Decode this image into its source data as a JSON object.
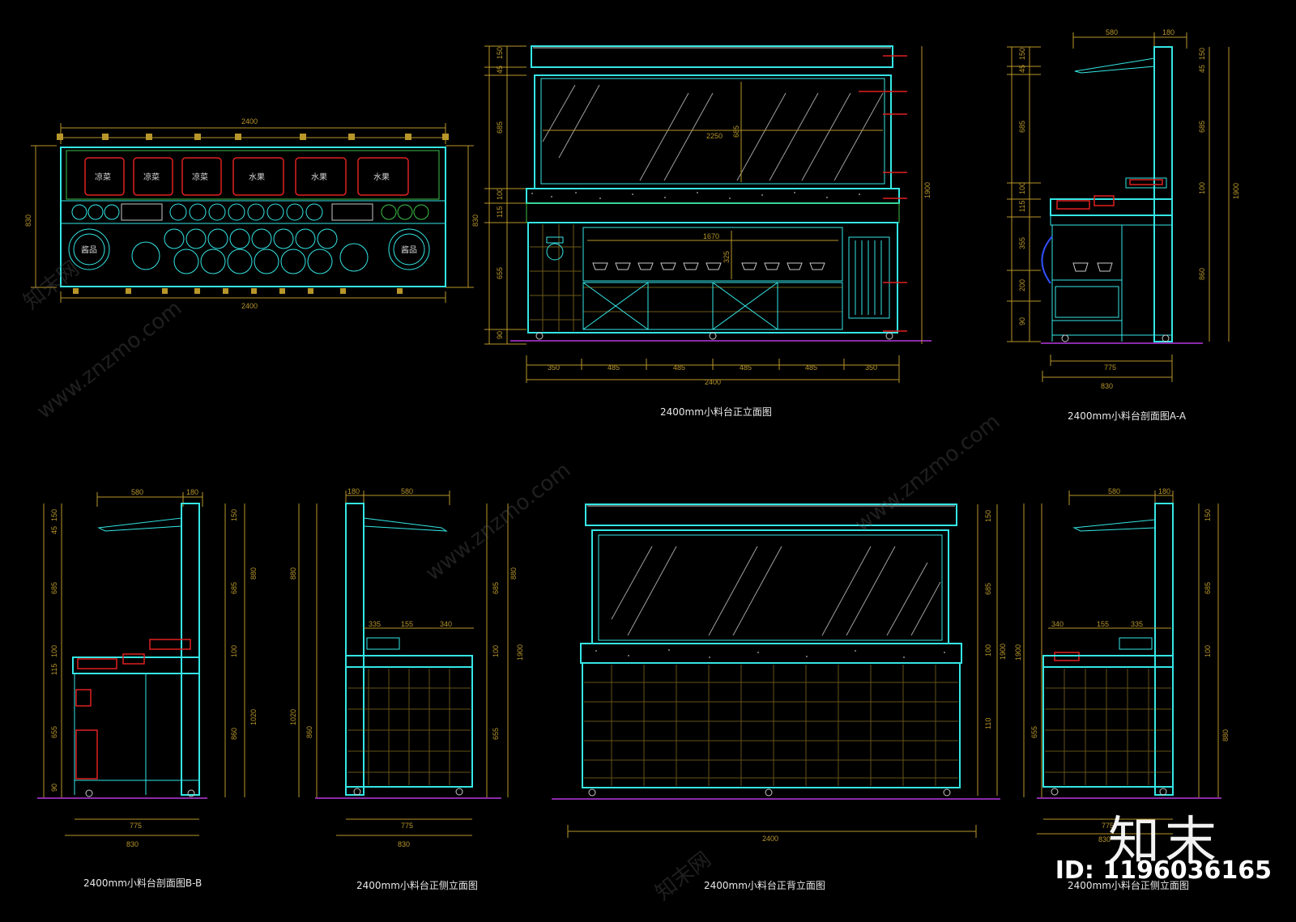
{
  "drawing": {
    "view_titles": {
      "plan": "",
      "front": "2400mm小料台正立面图",
      "section_a": "2400mm小料台剖面图A-A",
      "section_b": "2400mm小料台剖面图B-B",
      "side": "2400mm小料台正侧立面图",
      "back": "2400mm小料台正背立面图",
      "side2": "2400mm小料台正侧立面图"
    },
    "plan": {
      "top_total": "2400",
      "bottom_total": "2400",
      "left_height": "830",
      "right_height": "830",
      "bin_labels": [
        "凉菜",
        "凉菜",
        "凉菜",
        "水果",
        "水果",
        "水果"
      ],
      "round_labels": [
        "酱品",
        "酱品"
      ]
    },
    "front": {
      "left_dims": [
        "150",
        "45",
        "685",
        "100",
        "115",
        "655",
        "90"
      ],
      "right_total": "1900",
      "bottom_dims": [
        "350",
        "485",
        "485",
        "485",
        "485",
        "350"
      ],
      "bottom_total": "2400",
      "inner_width": "2250",
      "inner_height": "685",
      "inner_counter": "1670",
      "inner_well": "325"
    },
    "section_a": {
      "top_dims": [
        "580",
        "180"
      ],
      "left_dims": [
        "150",
        "45",
        "685",
        "100",
        "115",
        "355",
        "200",
        "90"
      ],
      "right_dims": [
        "150",
        "45",
        "685",
        "100",
        "860"
      ],
      "right_total": "1900",
      "bottom_dims": [
        "775",
        "830"
      ]
    },
    "section_b": {
      "top_dims": [
        "580",
        "180"
      ],
      "left_dims": [
        "150",
        "45",
        "685",
        "100",
        "115",
        "655",
        "90"
      ],
      "right_dims": [
        "150",
        "880",
        "685",
        "100",
        "1020",
        "860"
      ],
      "bottom_dims": [
        "775",
        "830"
      ]
    },
    "side": {
      "top_dims": [
        "180",
        "580"
      ],
      "mid_dims": [
        "335",
        "155",
        "340"
      ],
      "left_dims": [
        "880",
        "1020",
        "860"
      ],
      "right_dims": [
        "880",
        "685",
        "100",
        "655"
      ],
      "right_total": "1900",
      "bottom_dims": [
        "775",
        "830"
      ]
    },
    "back": {
      "right_dims": [
        "150",
        "685",
        "100",
        "110"
      ],
      "right_total": "1900",
      "bottom_total": "2400"
    },
    "side2": {
      "top_dims": [
        "580",
        "180"
      ],
      "mid_dims": [
        "340",
        "155",
        "335"
      ],
      "left_total": "1900",
      "left_dims": [
        "655"
      ],
      "right_dims": [
        "150",
        "685",
        "100",
        "880"
      ],
      "bottom_dims": [
        "775",
        "830"
      ]
    }
  },
  "watermark": {
    "brand": "知末",
    "id": "ID: 1196036165",
    "site": "www.znzmo.com",
    "site_cn": "知末网"
  },
  "colors": {
    "background": "#000000",
    "outline": "#35e6e6",
    "dimension": "#b8962a",
    "annotation": "#e02020",
    "floor": "#8a2aa8"
  }
}
